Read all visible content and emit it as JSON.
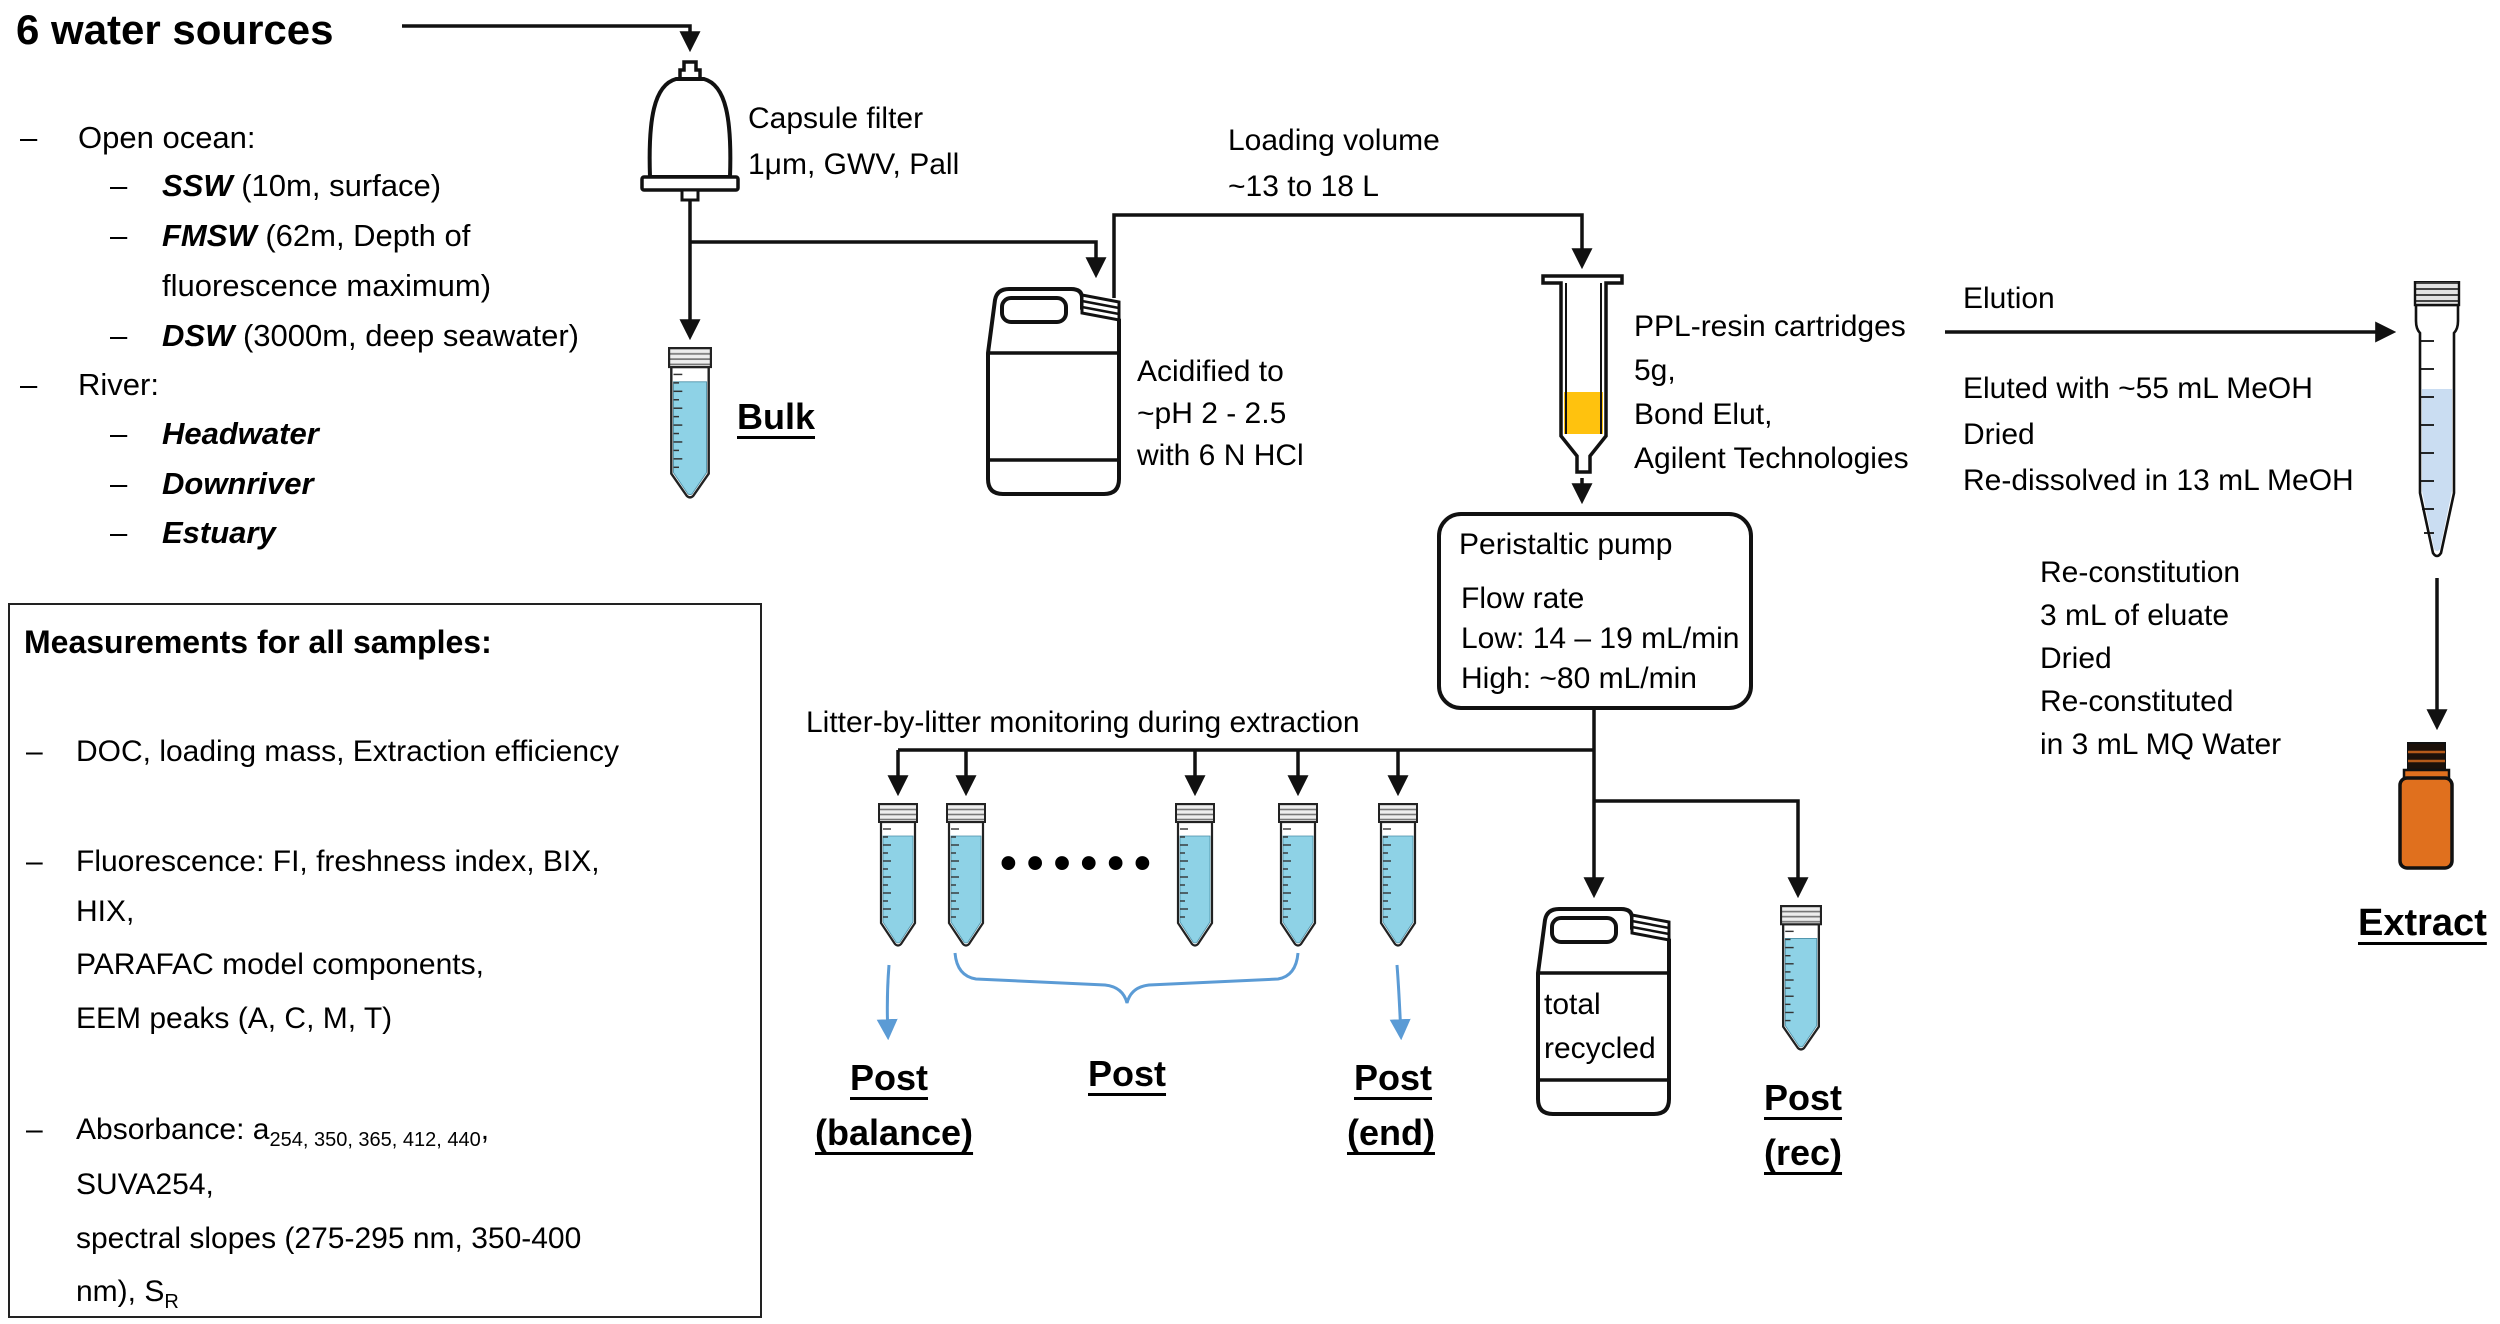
{
  "colors": {
    "line_black": "#111111",
    "liquid_cyan": "#8ED2E6",
    "liquid_pale_blue": "#CADDF2",
    "resin_orange": "#FFC20E",
    "vial_orange": "#E0701E",
    "annotation_blue": "#5B9BD5"
  },
  "header": {
    "title": "6 water sources"
  },
  "sources": {
    "items": [
      {
        "dash": "–",
        "bi": "",
        "rest": "Open ocean:"
      },
      {
        "dash": "–",
        "bi": "SSW",
        "rest": " (10m, surface)"
      },
      {
        "dash": "–",
        "bi": "FMSW",
        "rest": " (62m, Depth of"
      },
      {
        "dash": "",
        "bi": "",
        "rest": "fluorescence maximum)"
      },
      {
        "dash": "–",
        "bi": "DSW",
        "rest": " (3000m, deep seawater)"
      },
      {
        "dash": "–",
        "bi": "",
        "rest": "River:"
      },
      {
        "dash": "–",
        "bi": "Headwater",
        "rest": ""
      },
      {
        "dash": "–",
        "bi": "Downriver",
        "rest": ""
      },
      {
        "dash": "–",
        "bi": "Estuary",
        "rest": ""
      }
    ]
  },
  "measurements": {
    "title": "Measurements for all samples:",
    "items": [
      {
        "dash": "–",
        "text": "DOC, loading mass, Extraction efficiency"
      },
      {
        "dash": "–",
        "text": "Fluorescence: FI, freshness index, BIX,"
      },
      {
        "dash": "",
        "text": "HIX,"
      },
      {
        "dash": "",
        "text": "PARAFAC model components,"
      },
      {
        "dash": "",
        "text": "EEM peaks (A, C, M, T)"
      },
      {
        "dash": "–",
        "pre": "Absorbance: a",
        "sub": "254, 350, 365, 412, 440",
        "post": ","
      },
      {
        "dash": "",
        "text": "SUVA254,"
      },
      {
        "dash": "",
        "text": "spectral slopes (275-295 nm, 350-400"
      },
      {
        "dash": "",
        "pre": "nm), S",
        "sub": "R",
        "post": ""
      }
    ]
  },
  "filter": {
    "line1": "Capsule filter",
    "line2": "1μm, GWV, Pall"
  },
  "bulk": {
    "label": "Bulk"
  },
  "loading": {
    "line1": "Loading volume",
    "line2": "~13 to 18 L"
  },
  "acidified": {
    "line1": "Acidified to",
    "line2": "~pH 2 - 2.5",
    "line3": "with 6 N HCl"
  },
  "ppl": {
    "line1": "PPL-resin cartridges",
    "line2": "5g,",
    "line3": "Bond Elut,",
    "line4": "Agilent Technologies"
  },
  "pump": {
    "title": "Peristaltic pump",
    "line1": "Flow rate",
    "line2": "Low: 14 – 19 mL/min",
    "line3": "High: ~80 mL/min"
  },
  "monitoring": {
    "caption": "Litter-by-litter monitoring during extraction",
    "ellipsis": "••••••"
  },
  "elution": {
    "label": "Elution",
    "line1": "Eluted with ~55 mL MeOH",
    "line2": "Dried",
    "line3": "Re-dissolved in 13 mL MeOH"
  },
  "reconstitution": {
    "line1": "Re-constitution",
    "line2": "3 mL of eluate",
    "line3": "Dried",
    "line4": "Re-constituted",
    "line5": "in 3 mL MQ Water"
  },
  "recycled": {
    "line1": "total",
    "line2": "recycled"
  },
  "labels": {
    "post_balance_1": "Post",
    "post_balance_2": "(balance)",
    "post_mid": "Post",
    "post_end_1": "Post",
    "post_end_2": "(end)",
    "post_rec_1": "Post",
    "post_rec_2": "(rec)",
    "extract": "Extract"
  }
}
